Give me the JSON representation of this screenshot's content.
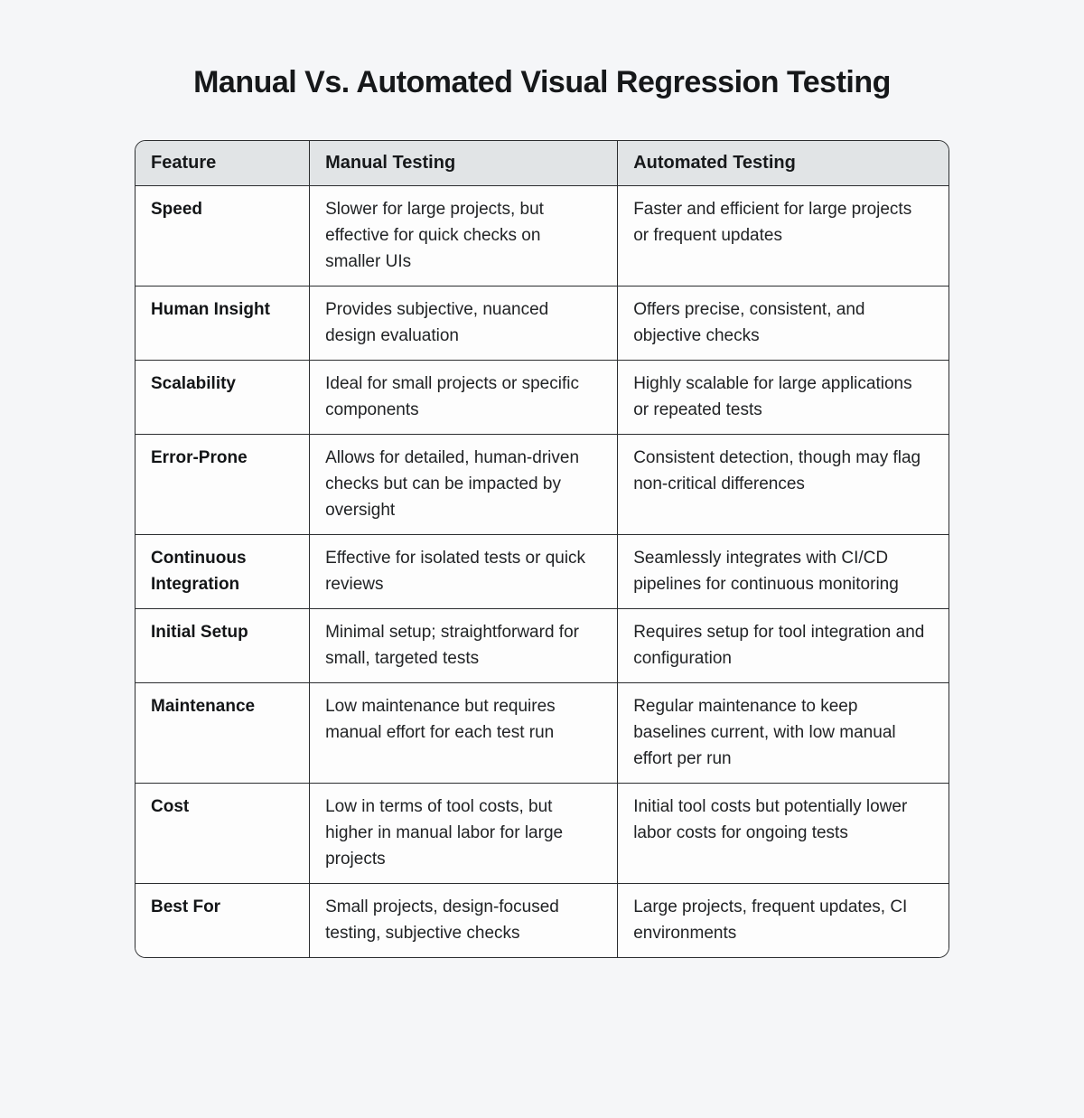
{
  "page": {
    "title": "Manual Vs. Automated Visual Regression Testing"
  },
  "colors": {
    "page_background": "#f5f6f8",
    "table_header_background": "#e1e4e6",
    "table_border": "#2b2d2f",
    "cell_background": "#fdfdfd",
    "title_text": "#16181a",
    "body_text": "#212325"
  },
  "table": {
    "columns": [
      {
        "label": "Feature"
      },
      {
        "label": "Manual Testing"
      },
      {
        "label": "Automated Testing"
      }
    ],
    "rows": [
      {
        "feature": "Speed",
        "manual": "Slower for large projects, but effective for quick checks on smaller UIs",
        "automated": "Faster and efficient for large projects or frequent updates"
      },
      {
        "feature": "Human Insight",
        "manual": "Provides subjective, nuanced design evaluation",
        "automated": "Offers precise, consistent, and objective checks"
      },
      {
        "feature": "Scalability",
        "manual": "Ideal for small projects or specific components",
        "automated": "Highly scalable for large applications or repeated tests"
      },
      {
        "feature": "Error-Prone",
        "manual": "Allows for detailed, human-driven checks but can be impacted by oversight",
        "automated": "Consistent detection, though may flag non-critical differences"
      },
      {
        "feature": "Continuous Integration",
        "manual": "Effective for isolated tests or quick reviews",
        "automated": "Seamlessly integrates with CI/CD pipelines for continuous monitoring"
      },
      {
        "feature": "Initial Setup",
        "manual": "Minimal setup; straightforward for small, targeted tests",
        "automated": "Requires setup for tool integration and configuration"
      },
      {
        "feature": "Maintenance",
        "manual": "Low maintenance but requires manual effort for each test run",
        "automated": "Regular maintenance to keep baselines current, with low manual effort per run"
      },
      {
        "feature": "Cost",
        "manual": "Low in terms of tool costs, but higher in manual labor for large projects",
        "automated": "Initial tool costs but potentially lower labor costs for ongoing tests"
      },
      {
        "feature": "Best For",
        "manual": "Small projects, design-focused testing, subjective checks",
        "automated": "Large projects, frequent updates, CI environments"
      }
    ]
  }
}
